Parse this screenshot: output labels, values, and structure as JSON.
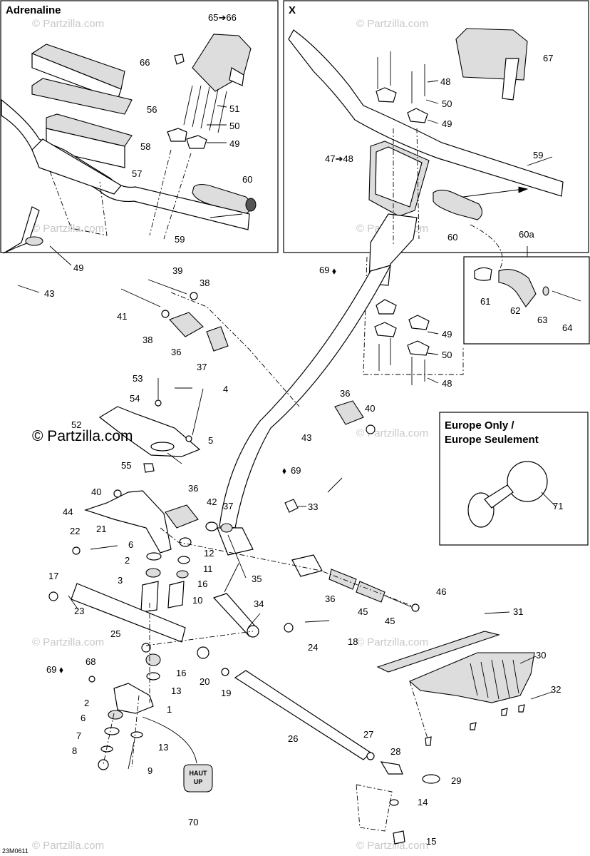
{
  "insets": {
    "adrenaline_title": "Adrenaline",
    "x_title": "X",
    "europe_line1": "Europe Only /",
    "europe_line2": "Europe Seulement",
    "sub_60a": "60a"
  },
  "watermark": {
    "text": "© Partzilla.com",
    "main": "© Partzilla.com"
  },
  "plate_label": {
    "line1": "HAUT",
    "line2": "UP"
  },
  "footer_code": "23M0611",
  "oil_symbol": "⬧",
  "callouts": {
    "c65_66": "65➔66",
    "c66a": "66",
    "c56": "56",
    "c51": "51",
    "c50a": "50",
    "c58": "58",
    "c49a": "49",
    "c57": "57",
    "c60a": "60",
    "c59a": "59",
    "c49b": "49",
    "c43a": "43",
    "c67": "67",
    "c48a": "48",
    "c50b": "50",
    "c49c": "49",
    "c47_48": "47➔48",
    "c59b": "59",
    "c60b": "60",
    "c60sub": "60a",
    "c69a": "69",
    "c61": "61",
    "c62": "62",
    "c63": "63",
    "c64": "64",
    "c49d": "49",
    "c50c": "50",
    "c48b": "48",
    "c39": "39",
    "c38a": "38",
    "c41": "41",
    "c38b": "38",
    "c36a": "36",
    "c37a": "37",
    "c53": "53",
    "c4": "4",
    "c54": "54",
    "c52": "52",
    "c5": "5",
    "c55": "55",
    "c36b": "36",
    "c40a": "40",
    "c43b": "43",
    "c69b": "69",
    "c40b": "40",
    "c44": "44",
    "c36c": "36",
    "c42": "42",
    "c37b": "37",
    "c33": "33",
    "c22": "22",
    "c21": "21",
    "c6a": "6",
    "c2a": "2",
    "c12": "12",
    "c11": "11",
    "c17": "17",
    "c3": "3",
    "c16a": "16",
    "c10": "10",
    "c35": "35",
    "c23": "23",
    "c34": "34",
    "c36d": "36",
    "c45a": "45",
    "c45b": "45",
    "c46": "46",
    "c25": "25",
    "c24": "24",
    "c18": "18",
    "c31": "31",
    "c30": "30",
    "c68": "68",
    "c69c": "69",
    "c16b": "16",
    "c20": "20",
    "c19": "19",
    "c13a": "13",
    "c1": "1",
    "c2b": "2",
    "c6b": "6",
    "c7": "7",
    "c8": "8",
    "c13b": "13",
    "c9": "9",
    "c26": "26",
    "c27": "27",
    "c28": "28",
    "c29": "29",
    "c14": "14",
    "c15": "15",
    "c32": "32",
    "c70": "70",
    "c71": "71"
  }
}
